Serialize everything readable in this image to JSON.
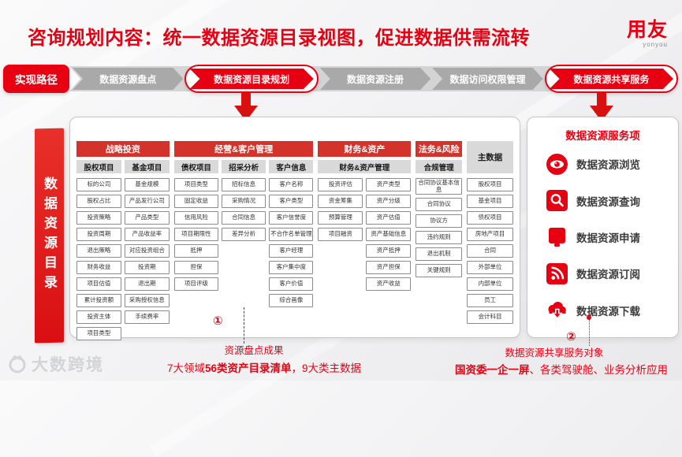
{
  "title": "咨询规划内容：统一数据资源目录视图，促进数据供需流转",
  "logo": {
    "text": "用友",
    "subtext": "yonyou"
  },
  "flow": {
    "label": "实现路径",
    "steps": [
      {
        "label": "数据资源盘点",
        "highlight": false
      },
      {
        "label": "数据资源目录规划",
        "highlight": true
      },
      {
        "label": "数据资源注册",
        "highlight": false
      },
      {
        "label": "数据访问权限管理",
        "highlight": false
      },
      {
        "label": "数据资源共享服务",
        "highlight": true
      }
    ]
  },
  "ribbon": "数据资源目录",
  "catalog": {
    "groups": [
      {
        "name": "战略投资",
        "columns": [
          {
            "header": "股权项目",
            "items": [
              "标的公司",
              "股权占比",
              "投资策略",
              "投资周期",
              "退出策略",
              "财务收益",
              "项目估值",
              "累计投资额",
              "投资主体",
              "项目类型"
            ]
          },
          {
            "header": "基金项目",
            "items": [
              "基金规模",
              "产品发行公司",
              "产品类型",
              "产品收益率",
              "对应投资组合",
              "投资期",
              "退出期",
              "采购授权信息",
              "手续费率"
            ]
          }
        ]
      },
      {
        "name": "经营&客户管理",
        "columns": [
          {
            "header": "债权项目",
            "items": [
              "项目类型",
              "固定收益",
              "信用风险",
              "项目期限性",
              "抵押",
              "担保",
              "项目评级"
            ]
          },
          {
            "header": "招采分析",
            "items": [
              "招标信息",
              "采购情况",
              "合同信息",
              "差异分析"
            ]
          },
          {
            "header": "客户信息",
            "items": [
              "客户名称",
              "客户类型",
              "客户信誉度",
              "不合作名单管理",
              "客户经理",
              "客户集中度",
              "客户价值",
              "综合画像"
            ]
          }
        ]
      },
      {
        "name": "财务&资产",
        "shared_header": "财务&资产管理",
        "columns": [
          {
            "items": [
              "投资评估",
              "资金筹集",
              "预算管理",
              "项目融资"
            ]
          },
          {
            "items": [
              "资产类型",
              "资产分级",
              "资产估值",
              "资产基础信息",
              "资产抵押",
              "资产担保",
              "资产收益"
            ]
          }
        ]
      },
      {
        "name": "法务&风险",
        "columns": [
          {
            "header": "合规管理",
            "items": [
              "合同协议基本信息",
              "合同协议",
              "协议方",
              "违约规则",
              "退出机制",
              "关键规则"
            ]
          }
        ]
      },
      {
        "name": "主数据",
        "columns": [
          {
            "items": [
              "股权项目",
              "基金项目",
              "债权项目",
              "房地产项目",
              "合同",
              "外部单位",
              "内部单位",
              "员工",
              "会计科目"
            ]
          }
        ]
      }
    ]
  },
  "services": {
    "title": "数据资源服务项",
    "items": [
      {
        "icon": "eye",
        "label": "数据资源浏览"
      },
      {
        "icon": "search",
        "label": "数据资源查询"
      },
      {
        "icon": "apply",
        "label": "数据资源申请"
      },
      {
        "icon": "rss",
        "label": "数据资源订阅"
      },
      {
        "icon": "cloud-download",
        "label": "数据资源下载"
      }
    ]
  },
  "annotations": {
    "note1": {
      "num": "①",
      "line1": "资源盘点成果",
      "line2_pre": "7大领域",
      "line2_bold": "56类资产目录清单",
      "line2_post": "，9大类主数据"
    },
    "note2": {
      "num": "②",
      "line1": "数据资源共享服务对象",
      "line2_bold": "国资委一企一屏",
      "line2_post": "、各类驾驶舱、业务分析应用"
    }
  },
  "watermark": "大数跨境",
  "colors": {
    "accent": "#e60012",
    "group_header": "#d3332a",
    "step_gray": "#a9a9a9",
    "subheader_gray": "#d9d9d9"
  }
}
